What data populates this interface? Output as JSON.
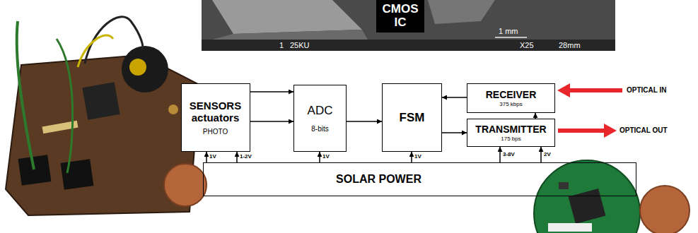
{
  "diagram": {
    "nodes": [
      {
        "text": [
          "CMOS IC"
        ]
      },
      {
        "text": [
          "SENSORS actuators",
          "PHOTO"
        ]
      },
      {
        "text": [
          "ADC",
          "8-bits"
        ]
      },
      {
        "text": [
          "FSM"
        ]
      },
      {
        "text": [
          "RECEIVER",
          "375 kbps"
        ]
      },
      {
        "text": [
          "TRANSMITTER",
          "175 bps"
        ]
      },
      {
        "text": [
          "SOLAR POWER"
        ]
      }
    ],
    "edges": [
      {
        "from": 1,
        "to": 2,
        "arrow": "to"
      },
      {
        "from": 1,
        "to": 2,
        "arrow": "to"
      },
      {
        "from": 2,
        "to": 3,
        "arrow": "to"
      },
      {
        "from": 4,
        "to": 3,
        "arrow": "to"
      },
      {
        "from": 3,
        "to": 5,
        "arrow": "to"
      },
      {
        "from": 5,
        "to": 4,
        "arrow": "to"
      },
      {
        "from": 6,
        "to": 1,
        "label": "1V",
        "arrow": "to"
      },
      {
        "from": 6,
        "to": 1,
        "label": "1-2V",
        "arrow": "to"
      },
      {
        "from": 6,
        "to": 2,
        "label": "1V",
        "arrow": "to"
      },
      {
        "from": 6,
        "to": 3,
        "label": "1V",
        "arrow": "to"
      },
      {
        "from": 6,
        "to": 5,
        "label": "3-8V",
        "arrow": "to"
      },
      {
        "from": 6,
        "to": 5,
        "label": "2V",
        "arrow": "to"
      }
    ],
    "labels": [
      "1 mm",
      "1",
      "25KU",
      "X25",
      "28mm",
      "OPTICAL IN",
      "OPTICAL OUT"
    ]
  }
}
